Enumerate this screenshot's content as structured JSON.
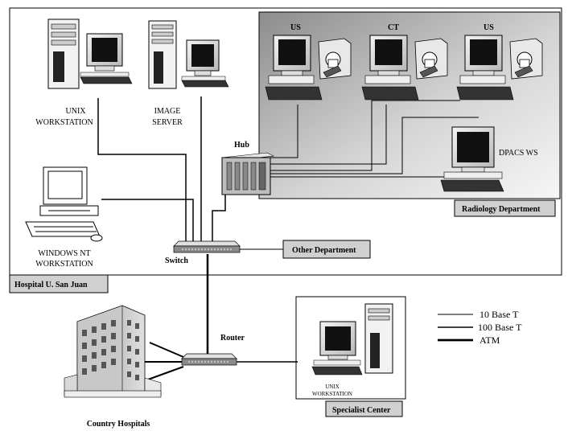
{
  "hospital": {
    "label": "Hospital U. San Juan"
  },
  "radiology": {
    "label": "Radiology Department"
  },
  "other_department": {
    "label": "Other Department"
  },
  "specialist": {
    "label": "Specialist Center",
    "workstation_line1": "UNIX",
    "workstation_line2": "WORKSTATION"
  },
  "devices": {
    "unix_ws": {
      "line1": "UNIX",
      "line2": "WORKSTATION"
    },
    "image_server": {
      "line1": "IMAGE",
      "line2": "SERVER"
    },
    "windows_nt": {
      "line1": "WINDOWS NT",
      "line2": "WORKSTATION"
    },
    "hub": "Hub",
    "switch": "Switch",
    "router": "Router",
    "us1": "US",
    "ct": "CT",
    "us2": "US",
    "dpacs": "DPACS WS",
    "country": "Country Hospitals"
  },
  "legend": {
    "items": [
      "10 Base T",
      "100 Base T",
      "ATM"
    ]
  }
}
